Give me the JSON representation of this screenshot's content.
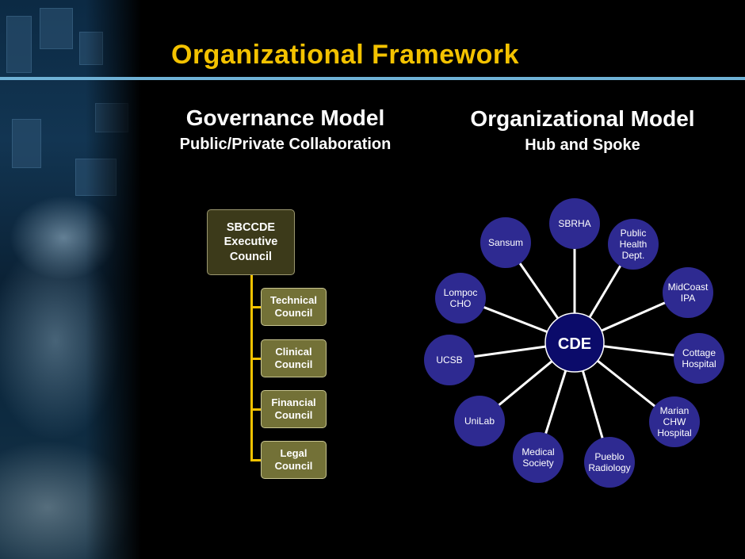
{
  "slide": {
    "title": "Organizational Framework"
  },
  "governance": {
    "heading": "Governance Model",
    "subheading": "Public/Private Collaboration",
    "top": [
      "SBCCDE",
      "Executive",
      "Council"
    ],
    "councils": [
      [
        "Technical",
        "Council"
      ],
      [
        "Clinical",
        "Council"
      ],
      [
        "Financial",
        "Council"
      ],
      [
        "Legal",
        "Council"
      ]
    ]
  },
  "organizational": {
    "heading": "Organizational Model",
    "subheading": "Hub and Spoke",
    "hub": "CDE",
    "spokes": [
      [
        "SBRHA"
      ],
      [
        "Public",
        "Health",
        "Dept."
      ],
      [
        "MidCoast",
        "IPA"
      ],
      [
        "Cottage",
        "Hospital"
      ],
      [
        "Marian",
        "CHW",
        "Hospital"
      ],
      [
        "Pueblo",
        "Radiology"
      ],
      [
        "Medical",
        "Society"
      ],
      [
        "UniLab"
      ],
      [
        "UCSB"
      ],
      [
        "Lompoc",
        "CHO"
      ],
      [
        "Sansum"
      ]
    ]
  },
  "colors": {
    "title": "#f3c200",
    "rule": "#6fb2d6",
    "node_fill": "#2e2a91",
    "hub_fill": "#0b0b6a",
    "exec_fill": "#3c3a1a",
    "council_fill": "#737137",
    "connector": "#f3c200"
  }
}
